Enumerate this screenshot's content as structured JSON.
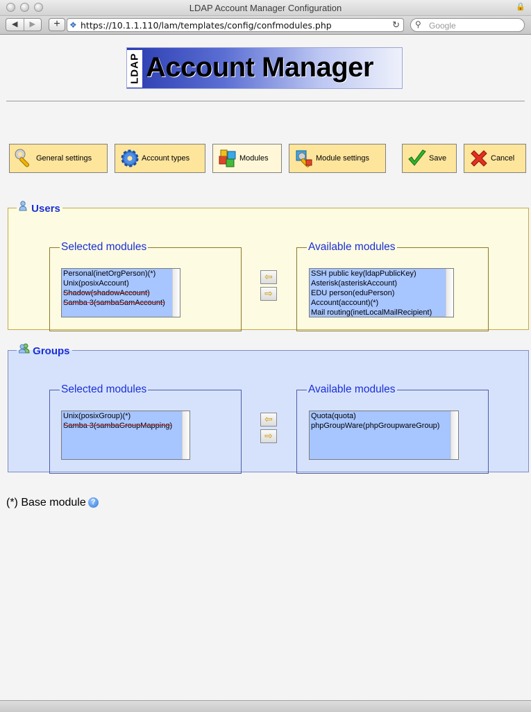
{
  "window": {
    "title": "LDAP Account Manager Configuration",
    "url": "https://10.1.1.110/lam/templates/config/confmodules.php",
    "search_placeholder": "Google"
  },
  "logo": {
    "ldap": "LDAP",
    "text": "Account Manager"
  },
  "tabs": [
    {
      "label": "General settings",
      "icon": "wrench-icon"
    },
    {
      "label": "Account types",
      "icon": "gear-icon"
    },
    {
      "label": "Modules",
      "icon": "cubes-icon"
    },
    {
      "label": "Module settings",
      "icon": "module-settings-icon"
    },
    {
      "label": "Save",
      "icon": "checkmark-icon"
    },
    {
      "label": "Cancel",
      "icon": "cross-icon"
    }
  ],
  "users": {
    "title": "Users",
    "selected_legend": "Selected modules",
    "available_legend": "Available modules",
    "selected": [
      "Personal(inetOrgPerson)(*)",
      "Unix(posixAccount)",
      "Shadow(shadowAccount)",
      "Samba 3(sambaSamAccount)"
    ],
    "available": [
      "SSH public key(ldapPublicKey)",
      "Asterisk(asteriskAccount)",
      "EDU person(eduPerson)",
      "Account(account)(*)",
      "Mail routing(inetLocalMailRecipient)"
    ]
  },
  "groups": {
    "title": "Groups",
    "selected_legend": "Selected modules",
    "available_legend": "Available modules",
    "selected": [
      "Unix(posixGroup)(*)",
      "Samba 3(sambaGroupMapping)"
    ],
    "available": [
      "Quota(quota)",
      "phpGroupWare(phpGroupwareGroup)"
    ]
  },
  "footnote": "(*) Base module"
}
